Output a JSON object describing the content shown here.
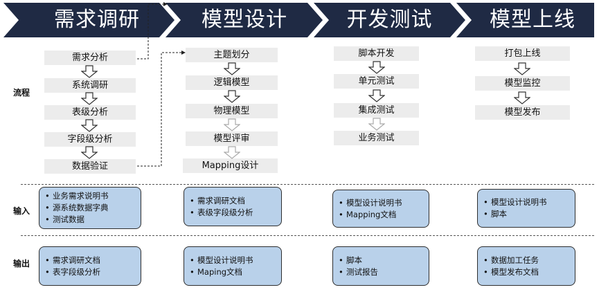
{
  "stages": [
    "需求调研",
    "模型设计",
    "开发测试",
    "模型上线"
  ],
  "rows": {
    "process": "流程",
    "input": "输入",
    "output": "输出"
  },
  "process": {
    "col1": [
      "需求分析",
      "系统调研",
      "表级分析",
      "字段级分析",
      "数据验证"
    ],
    "col2": [
      "主题划分",
      "逻辑模型",
      "物理模型",
      "模型评审",
      "Mapping设计"
    ],
    "col3": [
      "脚本开发",
      "单元测试",
      "集成测试",
      "业务测试"
    ],
    "col4": [
      "打包上线",
      "模型监控",
      "模型发布"
    ]
  },
  "inputs": {
    "col1": [
      "业务需求说明书",
      "源系统数据字典",
      "测试数据"
    ],
    "col2": [
      "需求调研文档",
      "表级字段级分析"
    ],
    "col3": [
      "模型设计说明书",
      "Mapping文档"
    ],
    "col4": [
      "模型设计说明书",
      "脚本"
    ]
  },
  "outputs": {
    "col1": [
      "需求调研文档",
      "表字段级分析"
    ],
    "col2": [
      "模型设计说明书",
      "Maping文档"
    ],
    "col3": [
      "脚本",
      "测试报告"
    ],
    "col4": [
      "数据加工任务",
      "模型发布文档"
    ]
  },
  "colors": {
    "chevron": "#1f2a44",
    "step_bg": "#ececec",
    "box_bg": "#b9d1ea"
  },
  "icons": {
    "down_arrow": "hollow-down-arrow-icon",
    "connector": "dashed-connector-arrow"
  }
}
